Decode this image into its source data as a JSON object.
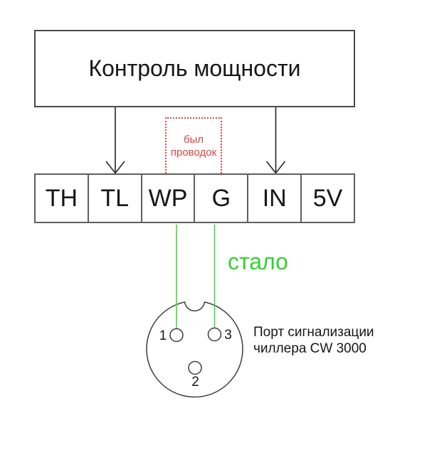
{
  "power_box": {
    "label": "Контроль мощности"
  },
  "notes": {
    "was_wire": "был\nпроводок",
    "became": "стало"
  },
  "terminal_strip": {
    "terminals": [
      "TH",
      "TL",
      "WP",
      "G",
      "IN",
      "5V"
    ]
  },
  "connector": {
    "pin_labels": [
      "1",
      "2",
      "3"
    ],
    "caption": "Порт сигнализации\nчиллера CW 3000"
  },
  "colors": {
    "red_annotation": "#e04343",
    "green_annotation": "#2ed32e",
    "green_wire": "#4cd84c",
    "diagram_line": "#3c3c3c"
  }
}
